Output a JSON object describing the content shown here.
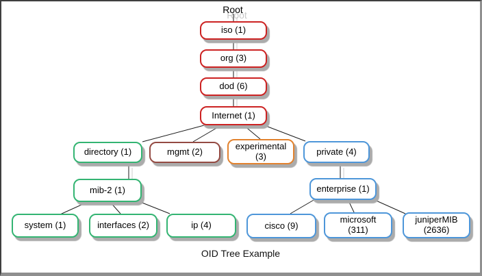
{
  "diagram_title": "OID Tree Example",
  "colors": {
    "red_border": "#CC2222",
    "maroon_border": "#944A42",
    "orange_border": "#E2822E",
    "green_border": "#33B472",
    "blue_border": "#4D96D9",
    "box_shadow": "#ABABAB",
    "connector_line": "#1A1A1A",
    "frame_dark": "#3F3F3F",
    "frame_gray": "#8F8F8F"
  },
  "nodes": {
    "root": {
      "label": "Root",
      "parent": null,
      "border": "none"
    },
    "iso": {
      "label": "iso (1)",
      "parent": "root",
      "border": "red"
    },
    "org": {
      "label": "org (3)",
      "parent": "iso",
      "border": "red"
    },
    "dod": {
      "label": "dod (6)",
      "parent": "org",
      "border": "red"
    },
    "internet": {
      "label": "Internet (1)",
      "parent": "dod",
      "border": "red"
    },
    "directory": {
      "label": "directory (1)",
      "parent": "internet",
      "border": "green"
    },
    "mgmt": {
      "label": "mgmt (2)",
      "parent": "internet",
      "border": "maroon"
    },
    "experimental": {
      "label": "experimental\n(3)",
      "parent": "internet",
      "border": "orange"
    },
    "private": {
      "label": "private (4)",
      "parent": "internet",
      "border": "blue"
    },
    "mib2": {
      "label": "mib-2 (1)",
      "parent": "directory",
      "border": "green"
    },
    "enterprise": {
      "label": "enterprise (1)",
      "parent": "private",
      "border": "blue"
    },
    "system": {
      "label": "system (1)",
      "parent": "mib2",
      "border": "green"
    },
    "interfaces": {
      "label": "interfaces (2)",
      "parent": "mib2",
      "border": "green"
    },
    "ip": {
      "label": "ip (4)",
      "parent": "mib2",
      "border": "green"
    },
    "cisco": {
      "label": "cisco (9)",
      "parent": "enterprise",
      "border": "blue"
    },
    "microsoft": {
      "label": "microsoft\n(311)",
      "parent": "enterprise",
      "border": "blue"
    },
    "junipermib": {
      "label": "juniperMIB\n(2636)",
      "parent": "enterprise",
      "border": "blue"
    }
  }
}
